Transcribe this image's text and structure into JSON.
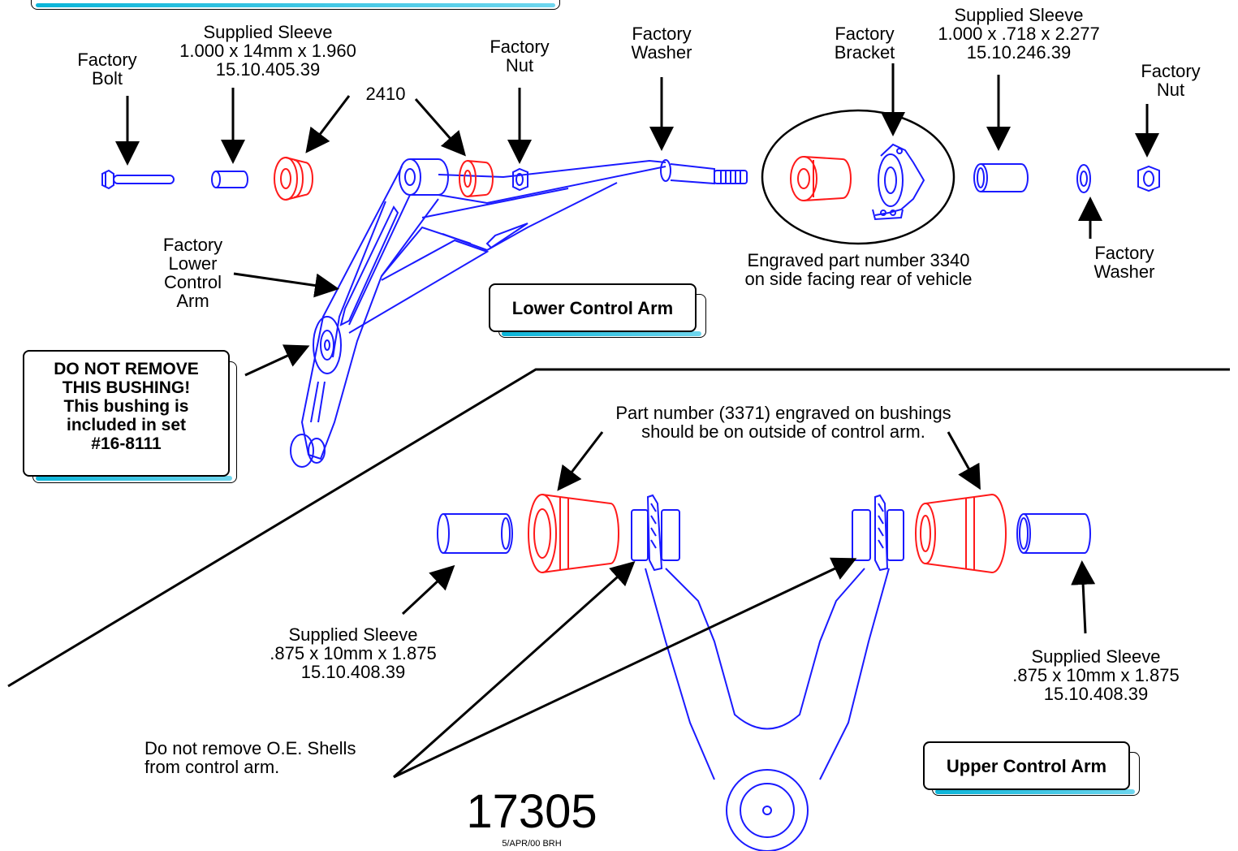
{
  "labels": {
    "factory_bolt": [
      "Factory",
      "Bolt"
    ],
    "sleeve_top_left": [
      "Supplied Sleeve",
      "1.000 x 14mm x 1.960",
      "15.10.405.39"
    ],
    "part_2410": "2410",
    "factory_nut_left": [
      "Factory",
      "Nut"
    ],
    "factory_washer_top": [
      "Factory",
      "Washer"
    ],
    "factory_bracket": [
      "Factory",
      "Bracket"
    ],
    "sleeve_top_right": [
      "Supplied Sleeve",
      "1.000 x .718 x 2.277",
      "15.10.246.39"
    ],
    "factory_nut_right": [
      "Factory",
      "Nut"
    ],
    "factory_washer_bottom": [
      "Factory",
      "Washer"
    ],
    "engraved_3340": [
      "Engraved part number 3340",
      "on side facing rear of vehicle"
    ],
    "factory_lower_control_arm": [
      "Factory",
      "Lower",
      "Control",
      "Arm"
    ],
    "part_3371_note": [
      "Part number (3371) engraved on bushings",
      "should be on outside of control arm."
    ],
    "sleeve_bottom_left": [
      "Supplied Sleeve",
      ".875 x 10mm x 1.875",
      "15.10.408.39"
    ],
    "sleeve_bottom_right": [
      "Supplied Sleeve",
      ".875 x 10mm x 1.875",
      "15.10.408.39"
    ],
    "oe_shells_note": [
      "Do not remove O.E. Shells",
      "from control arm."
    ]
  },
  "callouts": {
    "lower_control_arm": "Lower Control Arm",
    "upper_control_arm": "Upper Control Arm",
    "do_not_remove": [
      "DO NOT REMOVE",
      "THIS BUSHING!",
      "This bushing is",
      "included in set",
      "#16-8111"
    ]
  },
  "document": {
    "number": "17305",
    "date_code": "5/APR/00 BRH"
  },
  "colors": {
    "part_blue": "#1a1aff",
    "bushing_red": "#ff1a1a",
    "accent_cyan": "#0bb5d9",
    "ink": "#000000"
  }
}
